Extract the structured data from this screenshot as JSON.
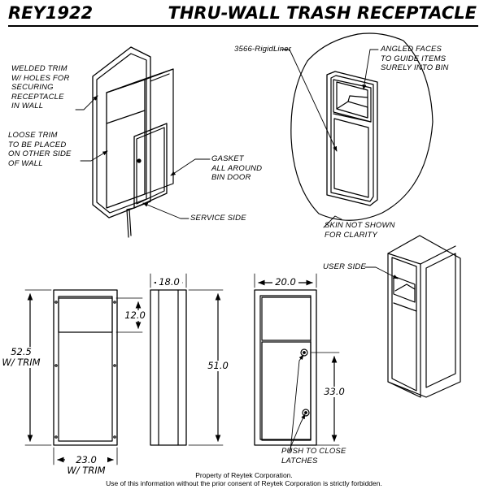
{
  "header": {
    "model": "REY1922",
    "title": "THRU-WALL TRASH RECEPTACLE"
  },
  "callouts": {
    "welded_trim": "WELDED TRIM\nW/ HOLES FOR\nSECURING\nRECEPTACLE\nIN WALL",
    "loose_trim": "LOOSE TRIM\nTO BE PLACED\nON OTHER SIDE\nOF WALL",
    "gasket": "GASKET\nALL AROUND\nBIN DOOR",
    "service_side": "SERVICE SIDE",
    "liner": "3566-RigidLiner",
    "angled_faces": "ANGLED FACES\nTO GUIDE ITEMS\nSURELY INTO BIN",
    "skin_note": "SKIN NOT SHOWN\nFOR CLARITY",
    "user_side": "USER SIDE",
    "push_to_close": "PUSH TO CLOSE\nLATCHES"
  },
  "dimensions": {
    "height_with_trim": "52.5\nW/ TRIM",
    "width_with_trim": "23.0\nW/ TRIM",
    "opening_height": "12.0",
    "depth": "18.0",
    "body_height": "51.0",
    "body_width": "20.0",
    "door_height": "33.0"
  },
  "footer": {
    "line1": "Property of Reytek Corporation.",
    "line2": "Use of this information without the prior consent of Reytek Corporation is strictly forbidden."
  }
}
